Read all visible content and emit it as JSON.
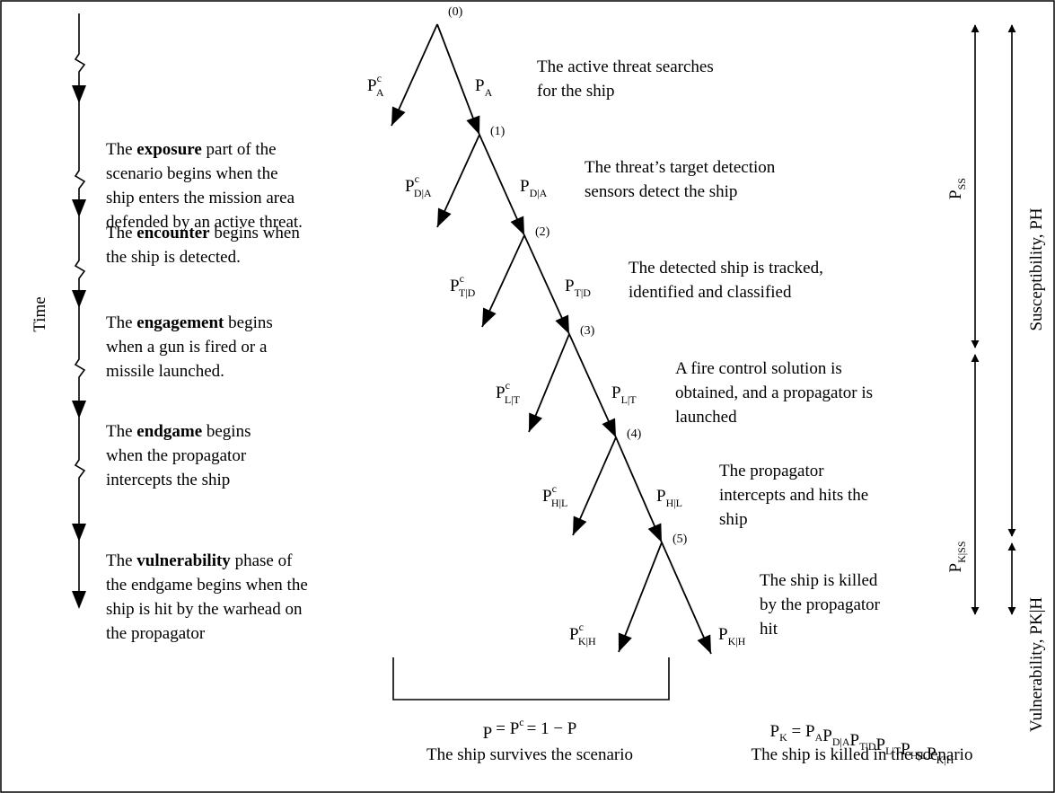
{
  "time_label": "Time",
  "phases": [
    {
      "lines": [
        [
          "The ",
          {
            "b": "exposure"
          },
          " part of the"
        ],
        [
          "scenario begins when the"
        ],
        [
          "ship enters the mission area"
        ],
        [
          "defended by an active threat."
        ]
      ]
    },
    {
      "lines": [
        [
          "The ",
          {
            "b": "encounter"
          },
          " begins when"
        ],
        [
          "the ship is detected."
        ]
      ]
    },
    {
      "lines": [
        [
          "The ",
          {
            "b": "engagement"
          },
          " begins"
        ],
        [
          "when a gun is fired or a"
        ],
        [
          "missile launched."
        ]
      ]
    },
    {
      "lines": [
        [
          "The ",
          {
            "b": "endgame"
          },
          " begins"
        ],
        [
          "when the propagator"
        ],
        [
          "intercepts the ship"
        ]
      ]
    },
    {
      "lines": [
        [
          "The ",
          {
            "b": "vulnerability"
          },
          " phase of"
        ],
        [
          "the endgame begins when the"
        ],
        [
          "ship is hit by the warhead on"
        ],
        [
          "the propagator"
        ]
      ]
    }
  ],
  "nodes": [
    "(0)",
    "(1)",
    "(2)",
    "(3)",
    "(4)",
    "(5)"
  ],
  "branches": [
    {
      "fail": {
        "base": "P",
        "sup": "c",
        "sub": "A"
      },
      "pass": {
        "base": "P",
        "sub": "A"
      },
      "desc": [
        "The active threat searches",
        "for the ship"
      ]
    },
    {
      "fail": {
        "base": "P",
        "sup": "c",
        "sub": "D|A"
      },
      "pass": {
        "base": "P",
        "sub": "D|A"
      },
      "desc": [
        "The threat’s target detection",
        "sensors detect the ship"
      ]
    },
    {
      "fail": {
        "base": "P",
        "sup": "c",
        "sub": "T|D"
      },
      "pass": {
        "base": "P",
        "sub": "T|D"
      },
      "desc": [
        "The detected ship is tracked,",
        "identified and classified"
      ]
    },
    {
      "fail": {
        "base": "P",
        "sup": "c",
        "sub": "L|T"
      },
      "pass": {
        "base": "P",
        "sub": "L|T"
      },
      "desc": [
        "A fire control solution is",
        "obtained, and a propagator is",
        "launched"
      ]
    },
    {
      "fail": {
        "base": "P",
        "sup": "c",
        "sub": "H|L"
      },
      "pass": {
        "base": "P",
        "sub": "H|L"
      },
      "desc": [
        "The propagator",
        "intercepts and hits the",
        "ship"
      ]
    },
    {
      "fail": {
        "base": "P",
        "sup": "c",
        "sub": "K|H"
      },
      "pass": {
        "base": "P",
        "sub": "K|H"
      },
      "desc": [
        "The ship is killed",
        "by the propagator",
        "hit"
      ]
    }
  ],
  "outcomes": {
    "survive_formula": "P  = P  = 1 − P",
    "survive_text": "The ship survives the scenario",
    "kill_formula_base": "P",
    "kill_formula_sub": "K",
    "kill_formula_terms": [
      {
        "base": "P",
        "sub": "A"
      },
      {
        "base": "P",
        "sub": "D|A"
      },
      {
        "base": "P",
        "sub": "T|D"
      },
      {
        "base": "P",
        "sub": "L|T"
      },
      {
        "base": "P",
        "sub": "H|L"
      },
      {
        "base": "P",
        "sub": "K|H"
      }
    ],
    "kill_text": "The ship is killed in the scenario"
  },
  "right_scales": {
    "pss": {
      "base": "P",
      "sub": "SS"
    },
    "pkss": {
      "base": "P",
      "sub": "K|SS"
    },
    "susceptibility": "Susceptibility, PH",
    "vulnerability": "Vulnerability, PK|H"
  }
}
